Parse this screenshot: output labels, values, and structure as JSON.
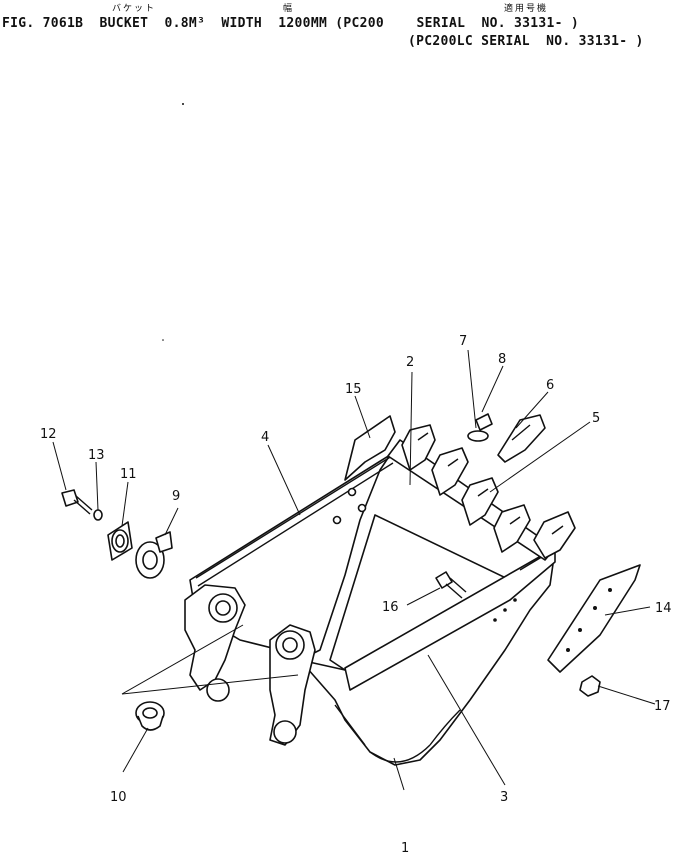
{
  "header": {
    "jp_bucket": "バケット",
    "jp_width": "幅",
    "jp_serial": "適用号機",
    "line1": "FIG. 7061B  BUCKET  0.8M³  WIDTH  1200MM (PC200    SERIAL  NO. 33131- )",
    "line2": "(PC200LC SERIAL  NO. 33131- )"
  },
  "callouts": [
    "1",
    "2",
    "3",
    "4",
    "5",
    "6",
    "7",
    "8",
    "9",
    "10",
    "11",
    "12",
    "13",
    "14",
    "15",
    "16",
    "17"
  ]
}
